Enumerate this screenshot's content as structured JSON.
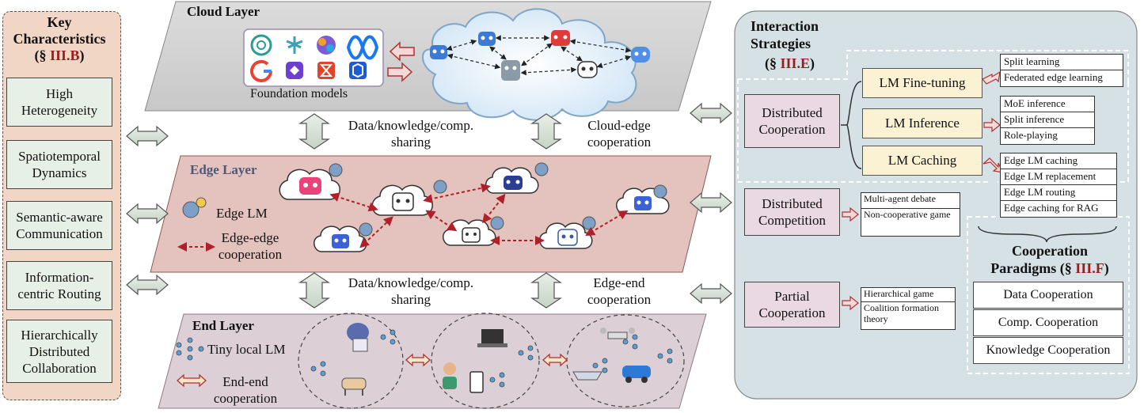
{
  "key_panel": {
    "title_line1": "Key",
    "title_line2": "Characteristics",
    "title_section_prefix": "(§ ",
    "title_section": "III.B",
    "title_section_suffix": ")",
    "items": [
      "High Heterogeneity",
      "Spatiotemporal Dynamics",
      "Semantic-aware Communication",
      "Information-centric Routing",
      "Hierarchically Distributed Collaboration"
    ]
  },
  "cloud_layer": {
    "title": "Cloud Layer",
    "foundation_label": "Foundation models"
  },
  "between_cloud_edge": {
    "left_line1": "Data/knowledge/comp.",
    "left_line2": "sharing",
    "right_line1": "Cloud-edge",
    "right_line2": "cooperation"
  },
  "edge_layer": {
    "title": "Edge Layer",
    "legend_lm": "Edge LM",
    "legend_coop_line1": "Edge-edge",
    "legend_coop_line2": "cooperation"
  },
  "between_edge_end": {
    "left_line1": "Data/knowledge/comp.",
    "left_line2": "sharing",
    "right_line1": "Edge-end",
    "right_line2": "cooperation"
  },
  "end_layer": {
    "title": "End Layer",
    "legend_lm": "Tiny local LM",
    "legend_coop_line1": "End-end",
    "legend_coop_line2": "cooperation"
  },
  "interaction": {
    "title_line1": "Interaction",
    "title_line2": "Strategies",
    "section_prefix": "(§ ",
    "section": "III.E",
    "section_suffix": ")",
    "distributed_cooperation": "Distributed Cooperation",
    "fine_tuning": "LM Fine-tuning",
    "fine_tuning_items": [
      "Split  learning",
      "Federated edge learning"
    ],
    "inference": "LM Inference",
    "inference_items": [
      "MoE inference",
      "Split inference",
      "Role-playing"
    ],
    "caching": "LM Caching",
    "caching_items": [
      "Edge LM caching",
      "Edge LM replacement",
      "Edge LM routing",
      "Edge caching for RAG"
    ],
    "distributed_competition": "Distributed Competition",
    "competition_items": [
      "Multi-agent debate",
      "Non-cooperative game"
    ],
    "partial_cooperation": "Partial Cooperation",
    "partial_items": [
      "Hierarchical game",
      "Coalition formation theory"
    ]
  },
  "paradigms": {
    "title_line1": "Cooperation",
    "title_line2": "Paradigms (§ ",
    "section": "III.F",
    "section_suffix": ")",
    "items": [
      "Data Cooperation",
      "Comp. Cooperation",
      "Knowledge Cooperation"
    ]
  },
  "colors": {
    "cloud_layer": "#d4d4d4",
    "edge_layer": "#e4c2bd",
    "end_layer": "#dccfd6",
    "key_panel": "#f1d5c5",
    "strategies_panel": "#d6e1e6",
    "accent_red": "#9b1c1c"
  }
}
